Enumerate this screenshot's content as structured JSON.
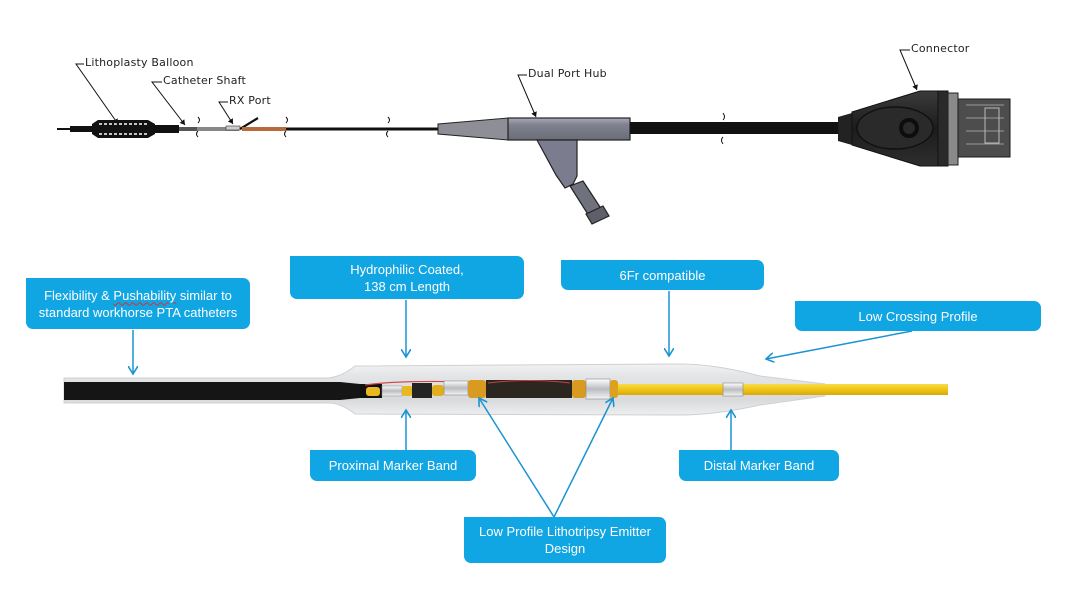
{
  "diagram_title": "Lithoplasty catheter system overview",
  "top_labels": {
    "balloon": "Lithoplasty Balloon",
    "shaft": "Catheter Shaft",
    "rx_port": "RX Port",
    "hub": "Dual Port Hub",
    "connector": "Connector"
  },
  "callouts": {
    "flexibility": {
      "line1_pre": "Flexibility & ",
      "line1_word": "Pushability",
      "line1_post": " similar to",
      "line2": "standard workhorse PTA catheters"
    },
    "hydrophilic": {
      "line1": "Hydrophilic Coated,",
      "line2": "138 cm Length"
    },
    "compatible": {
      "line1": "6Fr compatible"
    },
    "crossing": {
      "line1": "Low Crossing Profile"
    },
    "proximal": {
      "line1": "Proximal Marker Band"
    },
    "distal": {
      "line1": "Distal Marker Band"
    },
    "emitter": {
      "line1": "Low Profile Lithotripsy Emitter",
      "line2": "Design"
    }
  },
  "colors": {
    "callout_fill": "#10a5e3",
    "arrow": "#1a93d2",
    "tip_yellow": "#f2c81a",
    "hub_gray": "#7b7d8e",
    "shaft_black": "#141414"
  }
}
